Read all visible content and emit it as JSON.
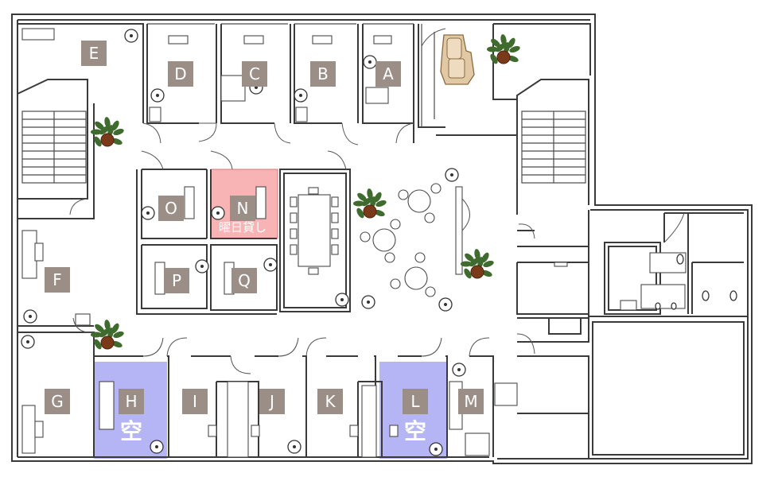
{
  "rooms": [
    {
      "id": "A",
      "label": "A",
      "status": "normal"
    },
    {
      "id": "B",
      "label": "B",
      "status": "normal"
    },
    {
      "id": "C",
      "label": "C",
      "status": "normal"
    },
    {
      "id": "D",
      "label": "D",
      "status": "normal"
    },
    {
      "id": "E",
      "label": "E",
      "status": "normal"
    },
    {
      "id": "F",
      "label": "F",
      "status": "normal"
    },
    {
      "id": "G",
      "label": "G",
      "status": "normal"
    },
    {
      "id": "H",
      "label": "H",
      "status": "vacant",
      "note": "空"
    },
    {
      "id": "I",
      "label": "I",
      "status": "normal"
    },
    {
      "id": "J",
      "label": "J",
      "status": "normal"
    },
    {
      "id": "K",
      "label": "K",
      "status": "normal"
    },
    {
      "id": "L",
      "label": "L",
      "status": "vacant",
      "note": "空"
    },
    {
      "id": "M",
      "label": "M",
      "status": "normal"
    },
    {
      "id": "N",
      "label": "N",
      "status": "day-rental",
      "note": "曜日貸し"
    },
    {
      "id": "O",
      "label": "O",
      "status": "normal"
    },
    {
      "id": "P",
      "label": "P",
      "status": "normal"
    },
    {
      "id": "Q",
      "label": "Q",
      "status": "normal"
    }
  ],
  "colors": {
    "vacant": "#a8a8f4",
    "day_rental": "#f7a8a8",
    "label_bg": "#9a8e86",
    "plant": "#3f6b2e",
    "pot": "#7a3a1a",
    "massage_chair": "#e2c9a6"
  },
  "icons": [
    "plant-icon",
    "massage-chair-icon",
    "ceiling-light-icon",
    "toilet-icon"
  ]
}
